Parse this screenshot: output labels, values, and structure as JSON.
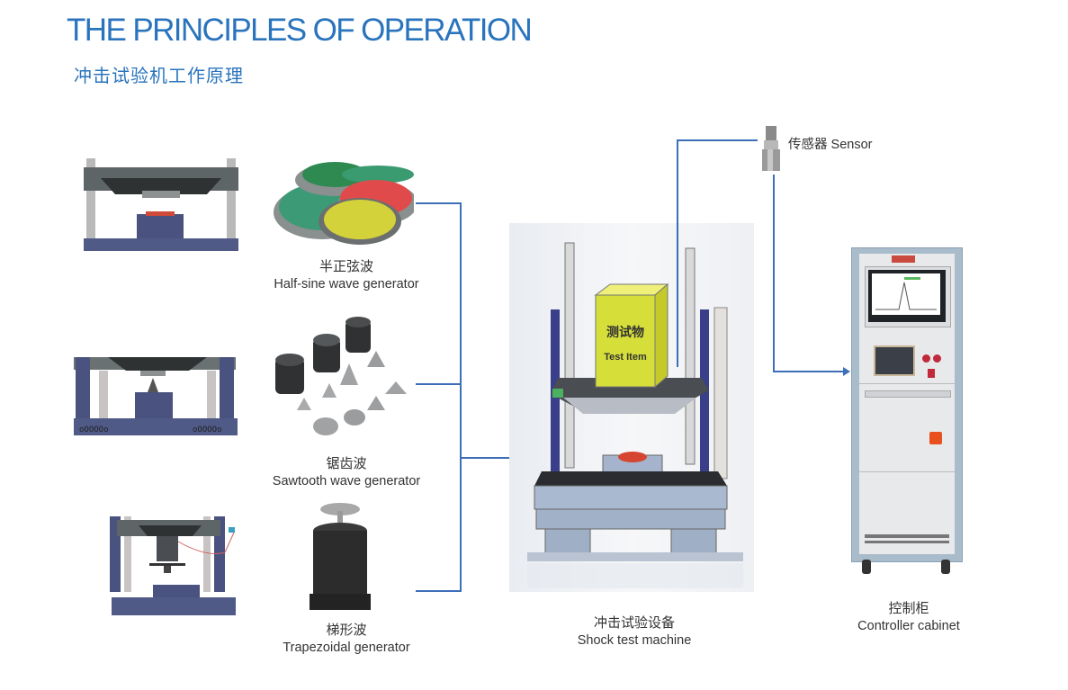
{
  "header": {
    "title": "THE PRINCIPLES OF OPERATION",
    "subtitle": "冲击试验机工作原理"
  },
  "generators": [
    {
      "name_cn": "半正弦波",
      "name_en": "Half-sine wave generator",
      "icon": "half-sine-pads-image"
    },
    {
      "name_cn": "锯齿波",
      "name_en": "Sawtooth wave generator",
      "icon": "sawtooth-cones-image"
    },
    {
      "name_cn": "梯形波",
      "name_en": "Trapezoidal generator",
      "icon": "trapezoidal-cylinder-image"
    }
  ],
  "machine": {
    "name_cn": "冲击试验设备",
    "name_en": "Shock test machine",
    "test_item_cn": "测试物",
    "test_item_en": "Test Item"
  },
  "sensor": {
    "label": "传感器 Sensor"
  },
  "controller": {
    "name_cn": "控制柜",
    "name_en": "Controller cabinet"
  },
  "colors": {
    "accent": "#2a74bd",
    "connector": "#3d6fb8",
    "test_item": "#d6df3a"
  }
}
